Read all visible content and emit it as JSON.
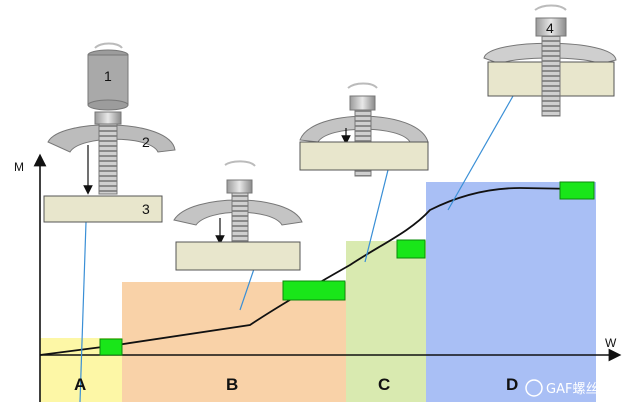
{
  "axes": {
    "y_label": "M",
    "x_label": "W"
  },
  "zones": [
    {
      "id": "A",
      "label": "A",
      "color": "#fdf7a6"
    },
    {
      "id": "B",
      "label": "B",
      "color": "#f9d2a8"
    },
    {
      "id": "C",
      "label": "C",
      "color": "#d9eab0"
    },
    {
      "id": "D",
      "label": "D",
      "color": "#a9bff5"
    }
  ],
  "parts": {
    "socket": "1",
    "washer": "2",
    "plate": "3",
    "assembly": "4"
  },
  "watermark": {
    "text": "GAF螺丝君"
  },
  "colors": {
    "marker": "#19e619",
    "curve": "#111111",
    "leader": "#3a8fd6",
    "plate": "#e8e6cc",
    "metal": "#b8b8b8"
  }
}
